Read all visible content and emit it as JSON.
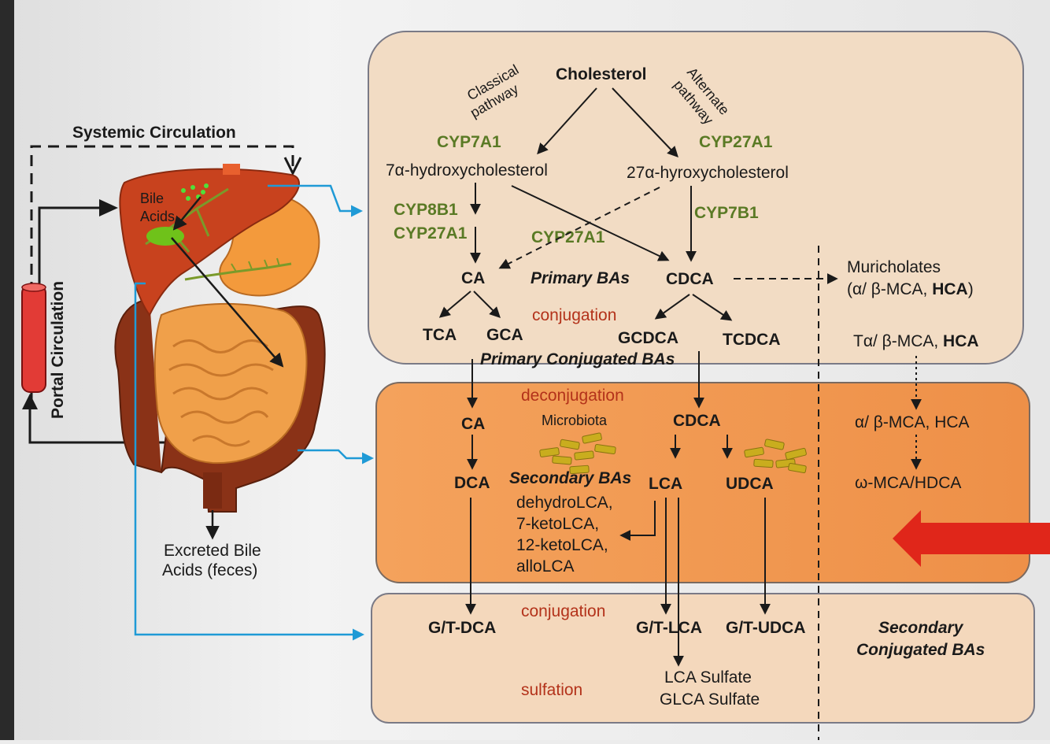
{
  "labels": {
    "systemic_circulation": "Systemic Circulation",
    "portal_circulation": "Portal Circulation",
    "bile_acids_1": "Bile",
    "bile_acids_2": "Acids",
    "excreted_1": "Excreted Bile",
    "excreted_2": "Acids (feces)"
  },
  "top": {
    "classical_1": "Classical",
    "classical_2": "pathway",
    "alternate_1": "Alternate",
    "alternate_2": "pathway",
    "cholesterol": "Cholesterol",
    "cyp7a1": "CYP7A1",
    "cyp27a1_right": "CYP27A1",
    "hydroxy7": "7α-hydroxycholesterol",
    "hydroxy27": "27α-hyroxycholesterol",
    "cyp8b1": "CYP8B1",
    "cyp27a1_left": "CYP27A1",
    "cyp27a1_mid": "CYP27A1",
    "cyp7b1": "CYP7B1",
    "ca": "CA",
    "primary_bas": "Primary BAs",
    "cdca": "CDCA",
    "muricholates_1": "Muricholates",
    "muricholates_2a": "(α/ β-MCA, ",
    "muricholates_2b": "HCA",
    "muricholates_2c": ")",
    "conjugation": "conjugation",
    "tca": "TCA",
    "gca": "GCA",
    "gcdca": "GCDCA",
    "tcdca": "TCDCA",
    "tmca_a": "Tα/ β-MCA, ",
    "tmca_b": "HCA",
    "primary_conjugated": "Primary Conjugated BAs"
  },
  "middle": {
    "deconjugation": "deconjugation",
    "microbiota": "Microbiota",
    "ca": "CA",
    "cdca": "CDCA",
    "mca_hca": "α/ β-MCA, HCA",
    "dca": "DCA",
    "secondary_bas": "Secondary BAs",
    "lca": "LCA",
    "udca": "UDCA",
    "omega": "ω-MCA/HDCA",
    "lca_list": [
      "dehydroLCA,",
      "7-ketoLCA,",
      "12-ketoLCA,",
      "alloLCA"
    ]
  },
  "bottom": {
    "conjugation": "conjugation",
    "gt_dca": "G/T-DCA",
    "gt_lca": "G/T-LCA",
    "gt_udca": "G/T-UDCA",
    "secondary_conj_1": "Secondary",
    "secondary_conj_2": "Conjugated BAs",
    "sulfation": "sulfation",
    "lca_sulfate": "LCA Sulfate",
    "glca_sulfate": "GLCA Sulfate"
  },
  "colors": {
    "top_panel": "#f2dcc4",
    "middle_panel": "#f29a52",
    "bottom_panel": "#f4d8bc",
    "enzyme_green": "#5a7a25",
    "process_red": "#b3321a",
    "liver": "#c8421e",
    "intestine": "#f0a04a",
    "colon": "#8a3217",
    "blue_arrow": "#1f9ad6",
    "red_arrow": "#e0261a"
  }
}
